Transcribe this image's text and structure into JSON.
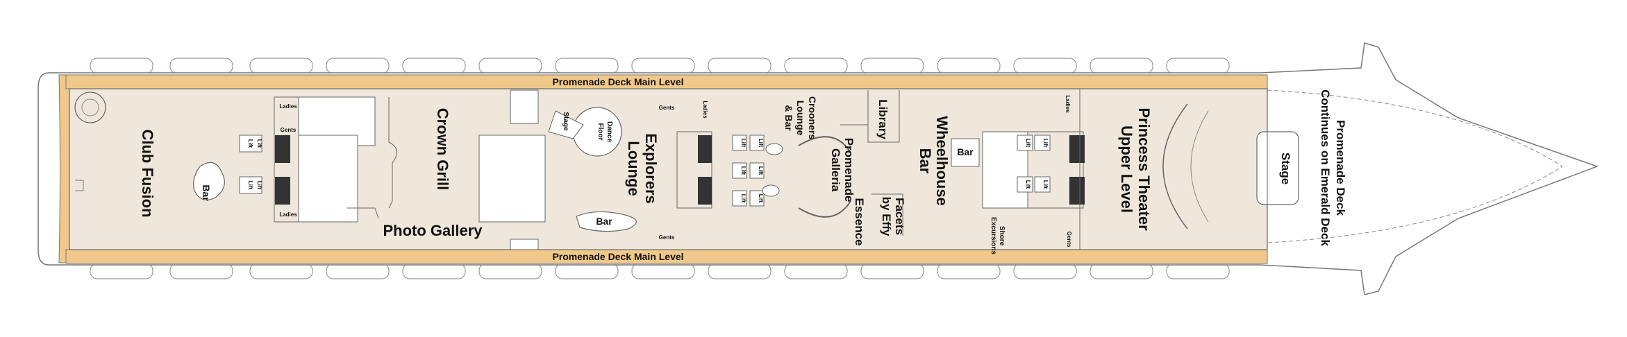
{
  "promenade_band_top": "Promenade Deck Main Level",
  "promenade_band_bottom": "Promenade Deck Main Level",
  "venues": {
    "club_fusion": "Club Fusion",
    "bar_club": "Bar",
    "crown_grill": "Crown Grill",
    "photo_gallery": "Photo Gallery",
    "explorers_lounge_1": "Explorers",
    "explorers_lounge_2": "Lounge",
    "dance_floor_1": "Dance",
    "dance_floor_2": "Floor",
    "stage_small": "Stage",
    "bar_explorers": "Bar",
    "crooners_1": "Crooners",
    "crooners_2": "Lounge",
    "crooners_3": "& Bar",
    "promenade_galleria_1": "Promenade",
    "promenade_galleria_2": "Galleria",
    "essence": "Essence",
    "library": "Library",
    "facets_1": "Facets",
    "facets_2": "by Effy",
    "wheelhouse_1": "Wheelhouse",
    "wheelhouse_2": "Bar",
    "bar_wheelhouse": "Bar",
    "shore_1": "Shore",
    "shore_2": "Excursions",
    "princess_1": "Princess Theater",
    "princess_2": "Upper Level",
    "stage_theater": "Stage",
    "continue_1": "Promenade Deck",
    "continue_2": "Continues on Emerald Deck"
  },
  "restrooms": {
    "ladies_a": "Ladies",
    "gents_a": "Gents",
    "ladies_b": "Ladies",
    "gents_b": "Gents",
    "ladies_c": "Ladies",
    "gents_c": "Gents",
    "ladies_d": "Ladies",
    "gents_d": "Gents"
  },
  "lift_label": "Lift",
  "colors": {
    "interior": "#efe7dc",
    "promenade": "#f0c98a",
    "wall": "#555555",
    "hull": "#ffffff"
  }
}
